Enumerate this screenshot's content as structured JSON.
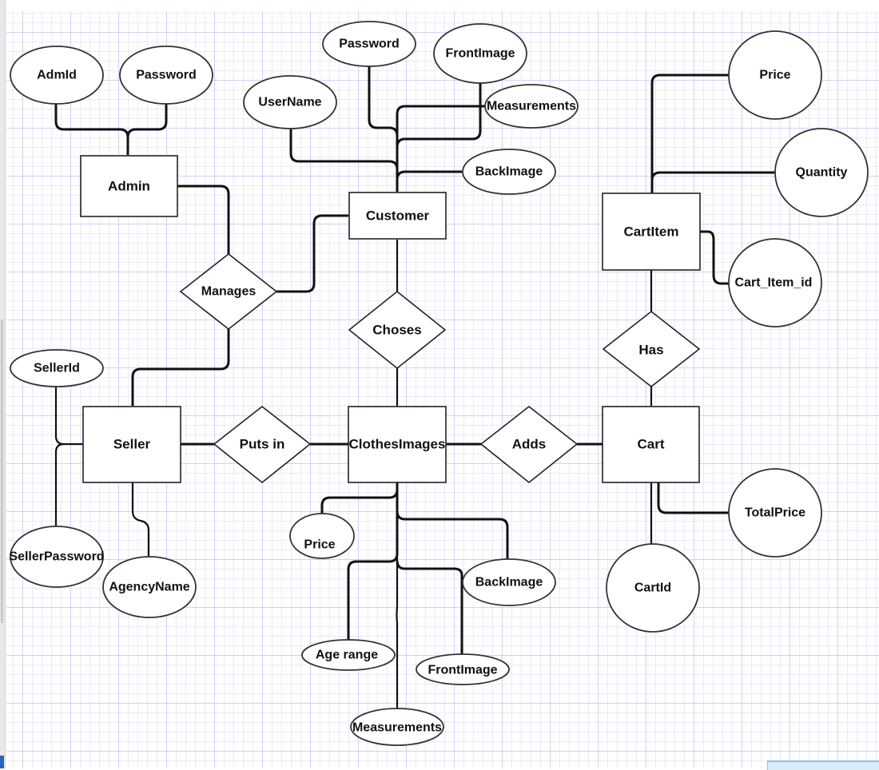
{
  "diagram": {
    "type": "ER diagram",
    "entities": {
      "admin": "Admin",
      "customer": "Customer",
      "seller": "Seller",
      "clothes_images": "ClothesImages",
      "cart": "Cart",
      "cart_item": "CartItem"
    },
    "relationships": {
      "manages": "Manages",
      "choses": "Choses",
      "puts_in": "Puts in",
      "adds": "Adds",
      "has": "Has"
    },
    "attributes": {
      "admin": [
        "AdmId",
        "Password"
      ],
      "customer": [
        "UserName",
        "Password",
        "FrontImage",
        "Measurements",
        "BackImage"
      ],
      "seller": [
        "SellerId",
        "SellerPassword",
        "AgencyName"
      ],
      "clothes_images": [
        "Price",
        "Age range",
        "Measurements",
        "FrontImage",
        "BackImage"
      ],
      "cart_item": [
        "Price",
        "Quantity",
        "Cart_Item_id"
      ],
      "cart": [
        "TotalPrice",
        "CartId"
      ]
    },
    "links": [
      [
        "Admin",
        "Manages"
      ],
      [
        "Manages",
        "Customer"
      ],
      [
        "Manages",
        "Seller"
      ],
      [
        "Customer",
        "Choses"
      ],
      [
        "Choses",
        "ClothesImages"
      ],
      [
        "Seller",
        "Puts in"
      ],
      [
        "Puts in",
        "ClothesImages"
      ],
      [
        "ClothesImages",
        "Adds"
      ],
      [
        "Adds",
        "Cart"
      ],
      [
        "Cart",
        "Has"
      ],
      [
        "Has",
        "CartItem"
      ]
    ]
  }
}
